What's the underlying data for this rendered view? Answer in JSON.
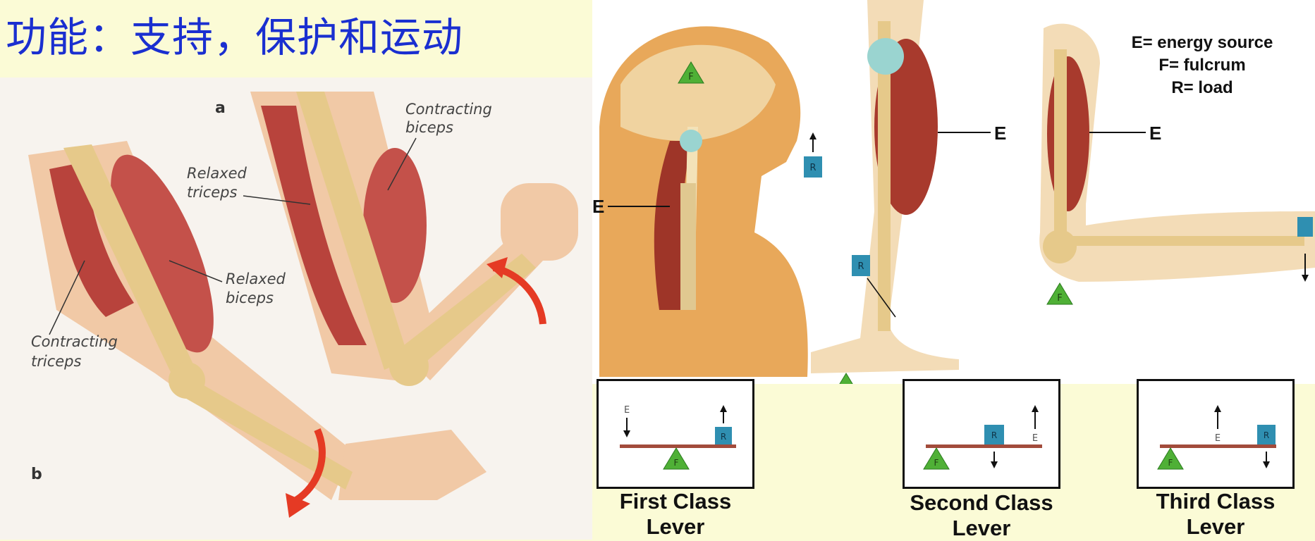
{
  "page": {
    "title": "功能：支持，保护和运动",
    "colors": {
      "title": "#1a2fd0",
      "background": "#fbfbd6",
      "muscle": "#b8433c",
      "bone": "#e6c98a",
      "skin": "#f1c9a6"
    }
  },
  "arm_panel": {
    "label_a": "a",
    "label_b": "b",
    "contracting_biceps": [
      "Contracting",
      "biceps"
    ],
    "relaxed_triceps": [
      "Relaxed",
      "triceps"
    ],
    "relaxed_biceps": [
      "Relaxed",
      "biceps"
    ],
    "contracting_triceps": [
      "Contracting",
      "triceps"
    ]
  },
  "anatomy_panel": {
    "legend": [
      "E= energy source",
      "F= fulcrum",
      "R= load"
    ],
    "markers": {
      "energy": "E",
      "fulcrum": "F",
      "load": "R"
    }
  },
  "levers": [
    {
      "caption_line1": "First Class",
      "caption_line2": "Lever"
    },
    {
      "caption_line1": "Second Class",
      "caption_line2": "Lever"
    },
    {
      "caption_line1": "Third Class",
      "caption_line2": "Lever"
    }
  ]
}
